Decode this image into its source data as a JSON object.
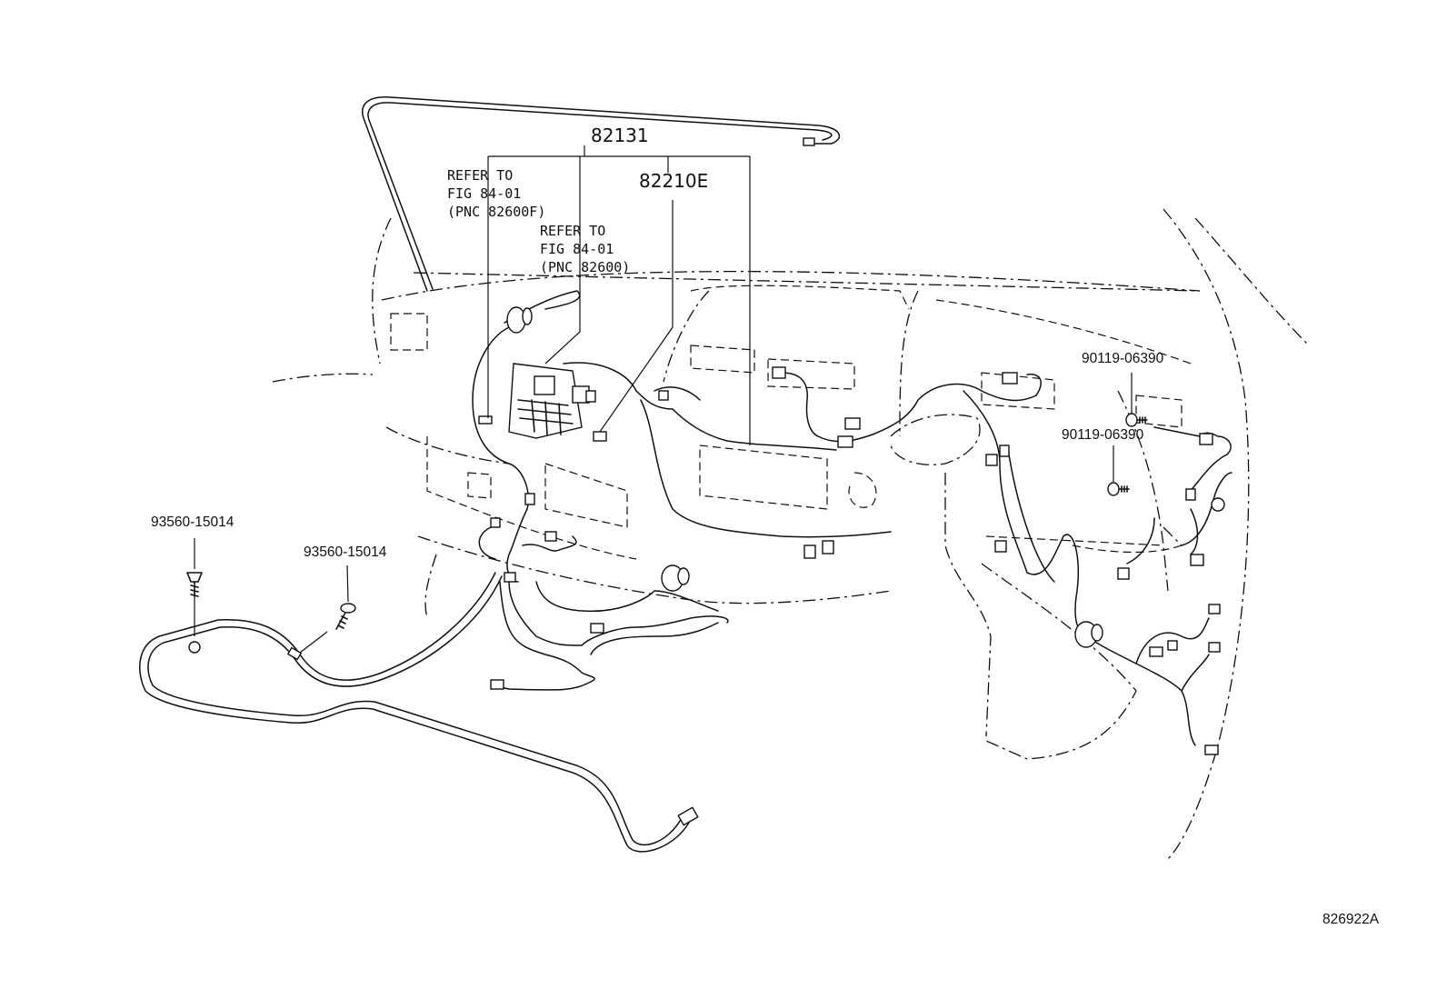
{
  "labels": {
    "part_82131": "82131",
    "part_82210e": "82210E",
    "refer_a_line1": "REFER TO",
    "refer_a_line2": "FIG 84-01",
    "refer_a_line3": "(PNC 82600F)",
    "refer_b_line1": "REFER TO",
    "refer_b_line2": "FIG 84-01",
    "refer_b_line3": "(PNC 82600)",
    "bolt_upper": "90119-06390",
    "bolt_lower": "90119-06390",
    "screw_left": "93560-15014",
    "screw_mid": "93560-15014",
    "figure_id": "826922A"
  }
}
